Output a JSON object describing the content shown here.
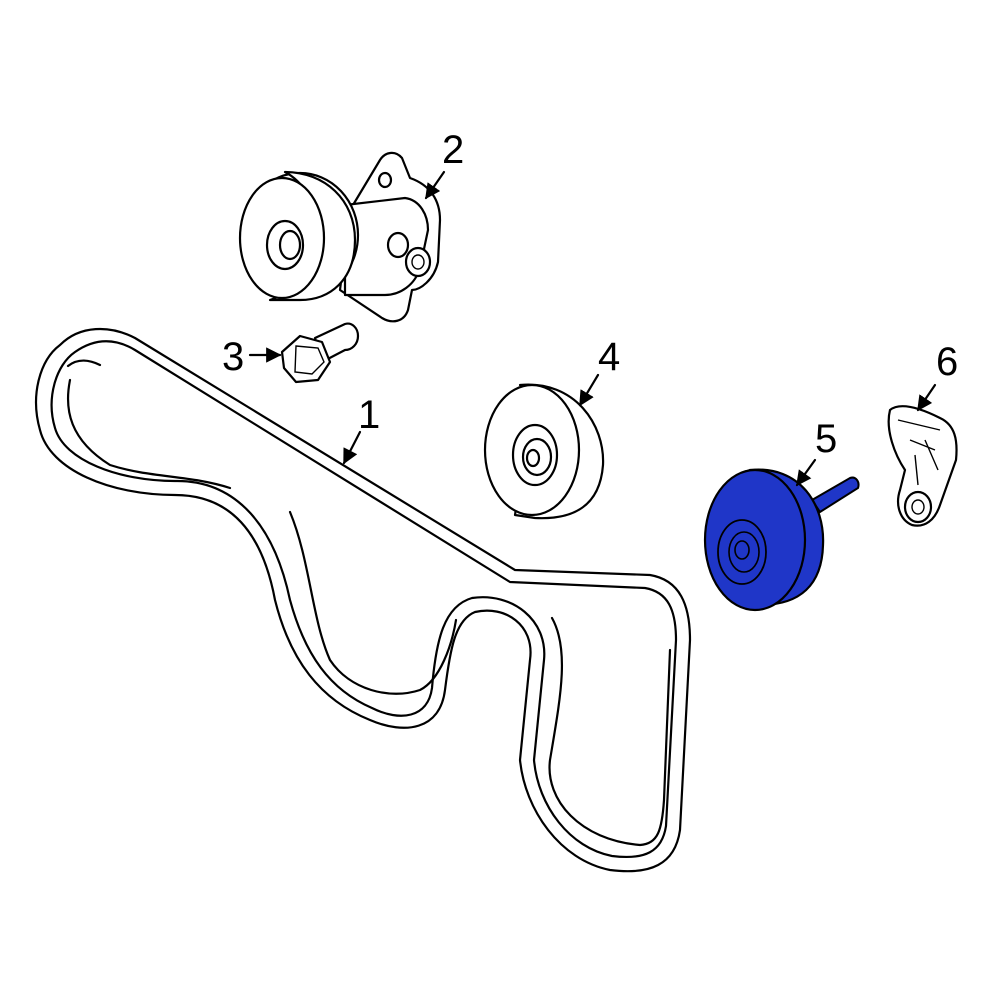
{
  "diagram": {
    "callouts": [
      {
        "id": "1",
        "label": "1"
      },
      {
        "id": "2",
        "label": "2"
      },
      {
        "id": "3",
        "label": "3"
      },
      {
        "id": "4",
        "label": "4"
      },
      {
        "id": "5",
        "label": "5"
      },
      {
        "id": "6",
        "label": "6"
      }
    ],
    "parts": [
      {
        "callout": "1",
        "icon": "serpentine-belt"
      },
      {
        "callout": "2",
        "icon": "belt-tensioner-assembly"
      },
      {
        "callout": "3",
        "icon": "bolt"
      },
      {
        "callout": "4",
        "icon": "idler-pulley"
      },
      {
        "callout": "5",
        "icon": "idler-pulley-highlighted",
        "highlighted": true
      },
      {
        "callout": "6",
        "icon": "bracket"
      }
    ],
    "colors": {
      "highlight": "#1f36c8",
      "line": "#000000",
      "background": "#ffffff"
    }
  }
}
